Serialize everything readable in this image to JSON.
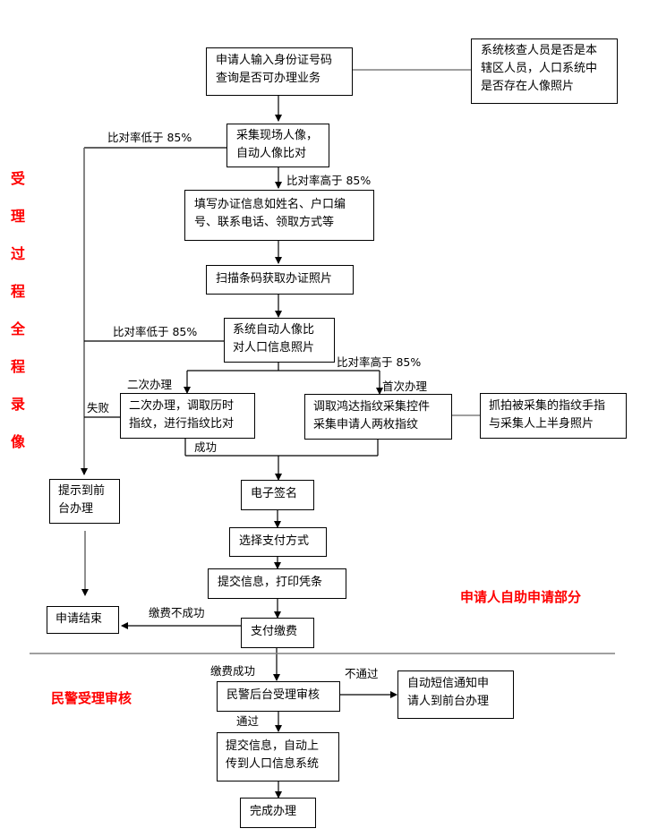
{
  "diagram": {
    "side_label_vertical": [
      "受",
      "理",
      "过",
      "程",
      "全",
      "程",
      "录",
      "像"
    ],
    "section_labels": {
      "self_service": "申请人自助申请部分",
      "police_review": "民警受理审核"
    },
    "nodes": {
      "input_id": "申请人输入身份证号码\n查询是否可办理业务",
      "system_check": "系统核查人员是否是本\n辖区人员，人口系统中\n是否存在人像照片",
      "capture_face": "采集现场人像，\n自动人像比对",
      "fill_info": "填写办证信息如姓名、户口编\n号、联系电话、领取方式等",
      "scan_barcode": "扫描条码获取办证照片",
      "compare_population": "系统自动人像比\n对人口信息照片",
      "second_time": "二次办理，调取历时\n指纹，进行指纹比对",
      "first_time": "调取鸿达指纹采集控件\n采集申请人两枚指纹",
      "snapshot": "抓拍被采集的指纹手指\n与采集人上半身照片",
      "prompt_front_desk": "提示到前\n台办理",
      "e_signature": "电子签名",
      "choose_payment": "选择支付方式",
      "submit_print": "提交信息，打印凭条",
      "end_application": "申请结束",
      "pay_fee": "支付缴费",
      "police_review": "民警后台受理审核",
      "sms_notify": "自动短信通知申\n请人到前台办理",
      "submit_upload": "提交信息，自动上\n传到人口信息系统",
      "complete": "完成办理"
    },
    "edge_labels": {
      "low_rate_1": "比对率低于 85%",
      "high_rate_1": "比对率高于 85%",
      "low_rate_2": "比对率低于 85%",
      "high_rate_2": "比对率高于 85%",
      "second_time": "二次办理",
      "first_time": "首次办理",
      "fail": "失败",
      "success": "成功",
      "pay_fail": "缴费不成功",
      "pay_success": "缴费成功",
      "reject": "不通过",
      "pass": "通过"
    },
    "colors": {
      "accent": "#ff0000",
      "line": "#000000",
      "divider": "#808080"
    }
  }
}
